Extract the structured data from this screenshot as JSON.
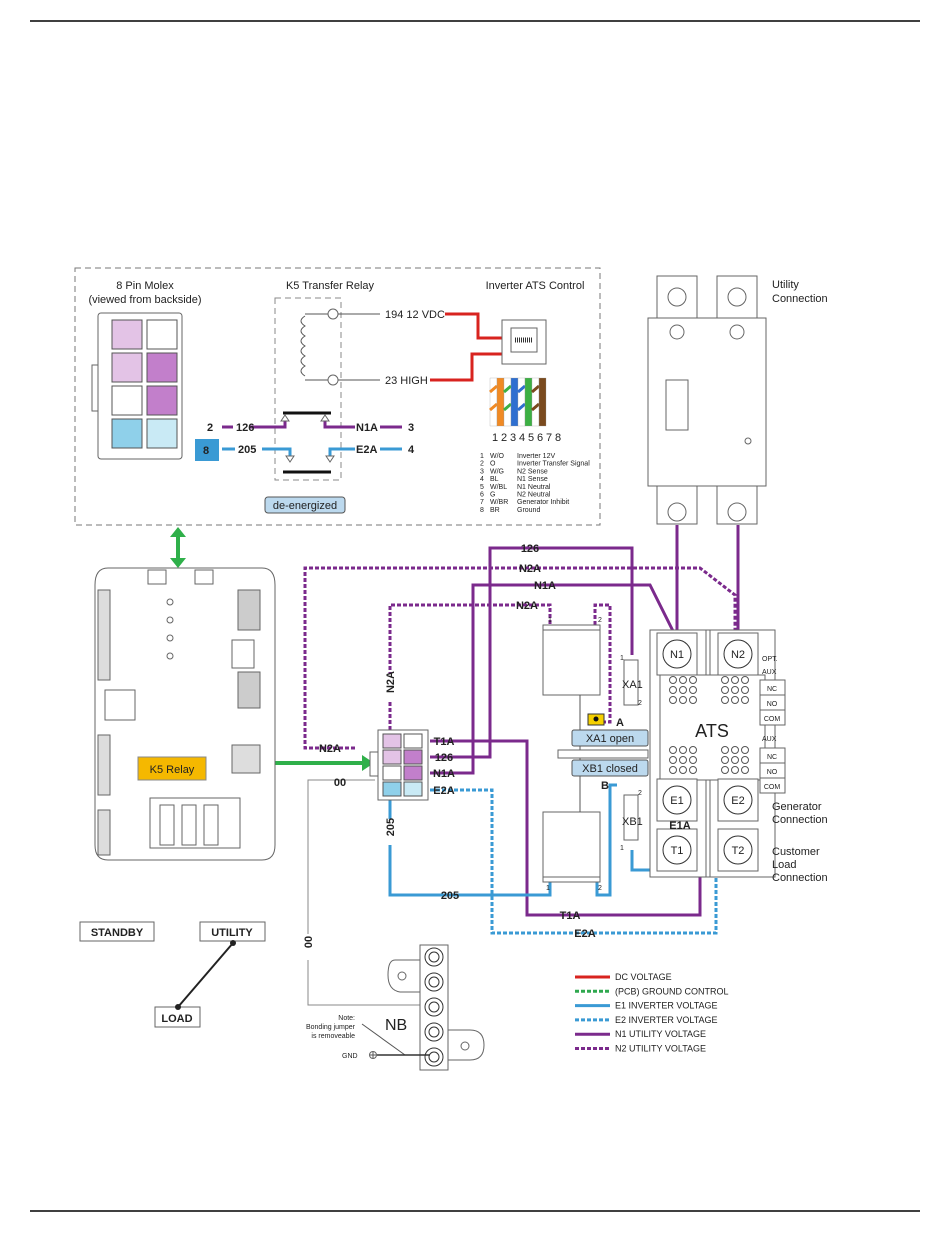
{
  "molex": {
    "title": "8 Pin Molex",
    "subtitle": "(viewed from backside)",
    "pin_colors": [
      "#e3c3e6",
      "#ffffff",
      "#e3c3e6",
      "#c27fcb",
      "#ffffff",
      "#c27fcb",
      "#8fd0ea",
      "#c9eaf5"
    ]
  },
  "relay": {
    "title": "K5 Transfer Relay",
    "vdc": "194 12 VDC",
    "high": "23 HIGH",
    "pin2": "2",
    "w126": "126",
    "pin8": "8",
    "w205": "205",
    "n1a": "N1A",
    "pin3": "3",
    "e2a": "E2A",
    "pin4": "4",
    "state": "de-energized"
  },
  "control": {
    "title": "Inverter ATS Control",
    "pin_numbers": [
      "1",
      "2",
      "3",
      "4",
      "5",
      "6",
      "7",
      "8"
    ],
    "pinout": [
      {
        "n": "1",
        "c": "W/O",
        "d": "Inverter 12V"
      },
      {
        "n": "2",
        "c": "O",
        "d": "Inverter Transfer Signal"
      },
      {
        "n": "3",
        "c": "W/G",
        "d": "N2 Sense"
      },
      {
        "n": "4",
        "c": "BL",
        "d": "N1 Sense"
      },
      {
        "n": "5",
        "c": "W/BL",
        "d": "N1 Neutral"
      },
      {
        "n": "6",
        "c": "G",
        "d": "N2 Neutral"
      },
      {
        "n": "7",
        "c": "W/BR",
        "d": "Generator Inhibit"
      },
      {
        "n": "8",
        "c": "BR",
        "d": "Ground"
      }
    ]
  },
  "board": {
    "k5_label": "K5 Relay",
    "k5_color": "#f5b800"
  },
  "breaker": {
    "label1": "Utility",
    "label2": "Connection"
  },
  "wires": {
    "w126": "126",
    "n2a": "N2A",
    "n1a": "N1A",
    "t1a": "T1A",
    "e2a": "E2A",
    "w205": "205",
    "w00": "00",
    "e1a": "E1A",
    "a": "A",
    "b": "B",
    "one": "1",
    "two": "2"
  },
  "ats": {
    "title": "ATS",
    "n1": "N1",
    "n2": "N2",
    "e1": "E1",
    "e2": "E2",
    "t1": "T1",
    "t2": "T2",
    "xa1": "XA1",
    "xb1": "XB1",
    "xa1_state": "XA1 open",
    "xb1_state": "XB1 closed",
    "opt": "OPT.",
    "aux": "AUX",
    "aux2": "AUX",
    "nc": "NC",
    "no": "NO",
    "com": "COM",
    "gen1": "Generator",
    "gen2": "Connection",
    "cust1": "Customer",
    "cust2": "Load",
    "cust3": "Connection"
  },
  "switch": {
    "standby": "STANDBY",
    "utility": "UTILITY",
    "load": "LOAD"
  },
  "nb": {
    "label": "NB",
    "note1": "Note:",
    "note2": "Bonding jumper",
    "note3": "is removeable",
    "gnd": "GND"
  },
  "legend": [
    {
      "label": "DC VOLTAGE",
      "color": "#d8231f",
      "dashed": false
    },
    {
      "label": "(PCB) GROUND CONTROL",
      "color": "#2fa84f",
      "dashed": true
    },
    {
      "label": "E1 INVERTER VOLTAGE",
      "color": "#3a9ad4",
      "dashed": false
    },
    {
      "label": "E2 INVERTER VOLTAGE",
      "color": "#3a9ad4",
      "dashed": true
    },
    {
      "label": "N1 UTILITY VOLTAGE",
      "color": "#7b2a8c",
      "dashed": false
    },
    {
      "label": "N2 UTILITY VOLTAGE",
      "color": "#7b2a8c",
      "dashed": true
    }
  ]
}
